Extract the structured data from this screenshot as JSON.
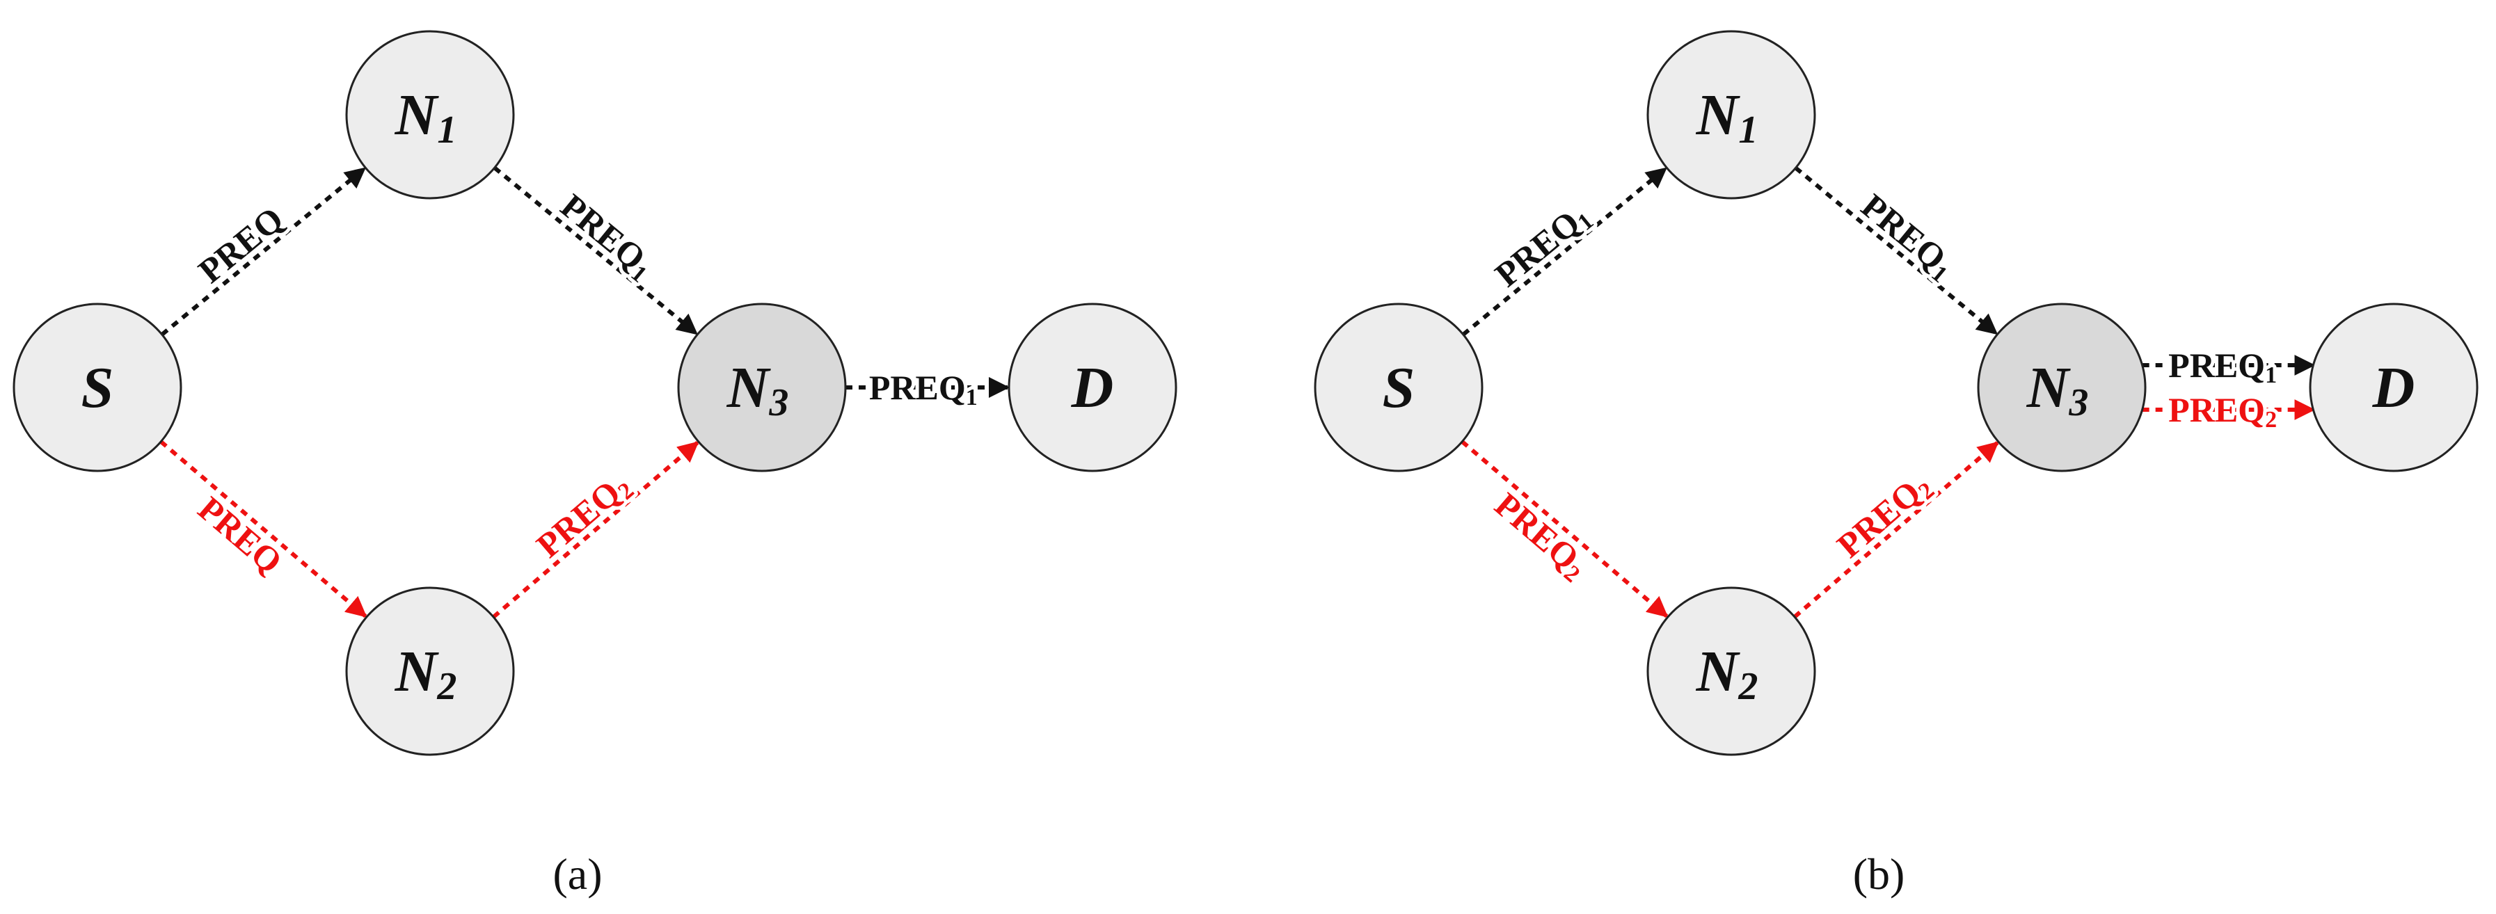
{
  "colors": {
    "black_edge": "#111111",
    "red_edge": "#ee1111",
    "node_fill": "#ededed",
    "node_fill_dark": "#d9d9d9",
    "node_stroke": "#222222"
  },
  "panel_a": {
    "caption": "(a)",
    "nodes": [
      {
        "id": "S",
        "letter": "S",
        "sub": "",
        "dark": false
      },
      {
        "id": "N1",
        "letter": "N",
        "sub": "1",
        "dark": false
      },
      {
        "id": "N2",
        "letter": "N",
        "sub": "2",
        "dark": false
      },
      {
        "id": "N3",
        "letter": "N",
        "sub": "3",
        "dark": true
      },
      {
        "id": "D",
        "letter": "D",
        "sub": "",
        "dark": false
      }
    ],
    "edges": [
      {
        "from": "S",
        "to": "N1",
        "color": "black",
        "label": "PREQ",
        "sub": ""
      },
      {
        "from": "N1",
        "to": "N3",
        "color": "black",
        "label": "PREQ",
        "sub": "1"
      },
      {
        "from": "S",
        "to": "N2",
        "color": "red",
        "label": "PREQ",
        "sub": ""
      },
      {
        "from": "N2",
        "to": "N3",
        "color": "red",
        "label": "PREQ",
        "sub": "2"
      },
      {
        "from": "N3",
        "to": "D",
        "color": "black",
        "label": "PREQ",
        "sub": "1"
      }
    ]
  },
  "panel_b": {
    "caption": "(b)",
    "nodes": [
      {
        "id": "S",
        "letter": "S",
        "sub": "",
        "dark": false
      },
      {
        "id": "N1",
        "letter": "N",
        "sub": "1",
        "dark": false
      },
      {
        "id": "N2",
        "letter": "N",
        "sub": "2",
        "dark": false
      },
      {
        "id": "N3",
        "letter": "N",
        "sub": "3",
        "dark": true
      },
      {
        "id": "D",
        "letter": "D",
        "sub": "",
        "dark": false
      }
    ],
    "edges": [
      {
        "from": "S",
        "to": "N1",
        "color": "black",
        "label": "PREQ",
        "sub": "1"
      },
      {
        "from": "N1",
        "to": "N3",
        "color": "black",
        "label": "PREQ",
        "sub": "1"
      },
      {
        "from": "S",
        "to": "N2",
        "color": "red",
        "label": "PREQ",
        "sub": "2"
      },
      {
        "from": "N2",
        "to": "N3",
        "color": "red",
        "label": "PREQ",
        "sub": "2"
      },
      {
        "from": "N3",
        "to": "D",
        "color": "black",
        "label": "PREQ",
        "sub": "1"
      },
      {
        "from": "N3",
        "to": "D",
        "color": "red",
        "label": "PREQ",
        "sub": "2"
      }
    ]
  }
}
